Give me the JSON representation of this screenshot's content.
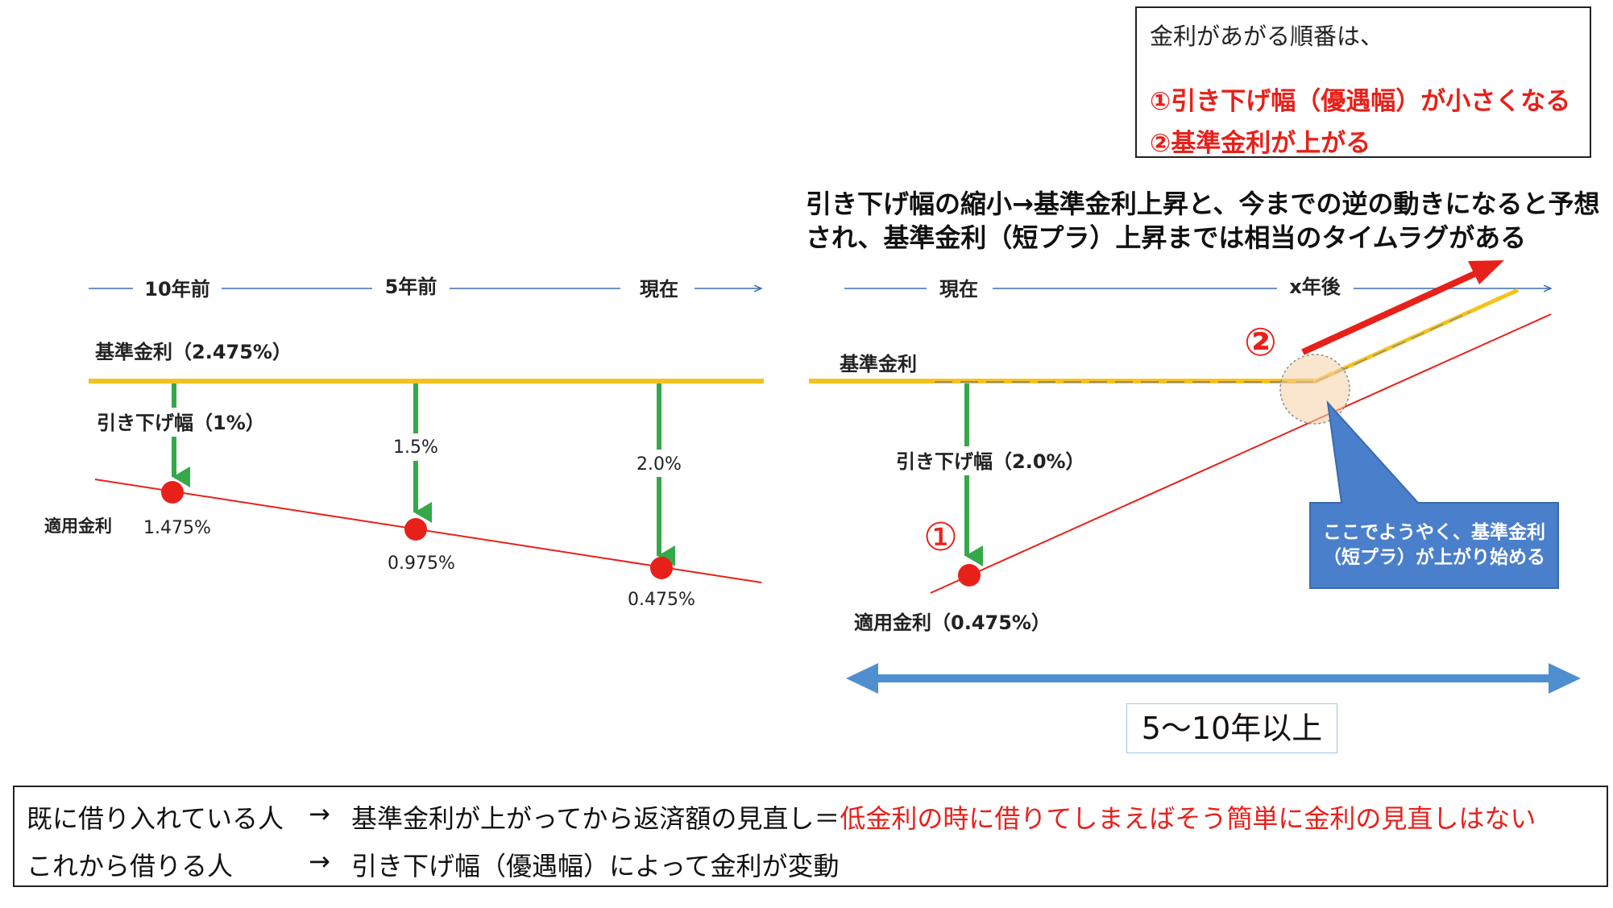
{
  "note": {
    "line1": "金利があがる順番は、",
    "line2": "①引き下げ幅（優遇幅）が小さくなる",
    "line3": "②基準金利が上がる"
  },
  "headline": {
    "line1": "引き下げ幅の縮小→基準金利上昇と、今までの逆の動きになると予想",
    "line2": "され、基準金利（短プラ）上昇までは相当のタイムラグがある"
  },
  "left_panel": {
    "timeline": {
      "t1": "10年前",
      "t2": "5年前",
      "t3": "現在"
    },
    "base_rate_label": "基準金利（2.475%）",
    "reduction_label": "引き下げ幅（1%）",
    "reduction_2": "1.5%",
    "reduction_3": "2.0%",
    "applied_label": "適用金利",
    "rate_1": "1.475%",
    "rate_2": "0.975%",
    "rate_3": "0.475%"
  },
  "right_panel": {
    "timeline": {
      "t1": "現在",
      "t2": "x年後"
    },
    "base_rate_label": "基準金利",
    "reduction_label": "引き下げ幅（2.0%）",
    "applied_label": "適用金利（0.475%）",
    "marker_1": "①",
    "marker_2": "②",
    "callout_line1": "ここでようやく、基準金利",
    "callout_line2": "（短プラ）が上がり始める",
    "period": "5～10年以上"
  },
  "bottom": {
    "row1_who": "既に借り入れている人",
    "row1_arrow": "→",
    "row1_desc": "基準金利が上がってから返済額の見直し＝",
    "row1_red": "低金利の時に借りてしまえばそう簡単に金利の見直しはない",
    "row2_who": "これから借りる人",
    "row2_arrow": "→",
    "row2_desc": "引き下げ幅（優遇幅）によって金利が変動"
  },
  "colors": {
    "base_rate_line": "#f5c21c",
    "applied_rate_line": "#e8201a",
    "reduction_arrow": "#35a84a",
    "timeline": "#3c6fb0",
    "period_arrow": "#4f8fd0",
    "callout_fill": "#4a7fcb"
  }
}
